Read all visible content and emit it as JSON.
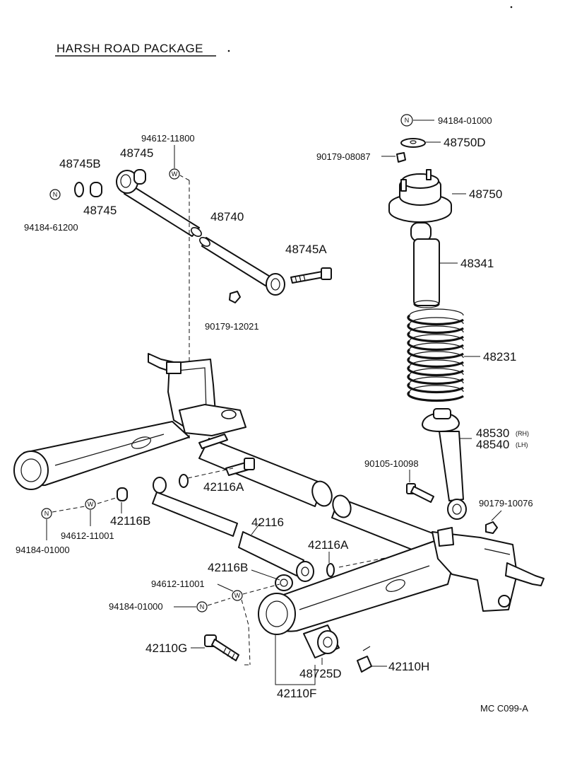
{
  "title": "HARSH ROAD PACKAGE",
  "footer_code": "MC C099-A",
  "labels": {
    "l_94184_01000_top": "94184-01000",
    "l_48750D": "48750D",
    "l_90179_08087": "90179-08087",
    "l_48750": "48750",
    "l_94612_11800": "94612-11800",
    "l_48745_top": "48745",
    "l_48745B": "48745B",
    "l_48745_mid": "48745",
    "l_94184_61200": "94184-61200",
    "l_48740": "48740",
    "l_48745A": "48745A",
    "l_48341": "48341",
    "l_90179_12021": "90179-12021",
    "l_48231": "48231",
    "l_48530": "48530",
    "l_48530_rh": "(RH)",
    "l_48540": "48540",
    "l_48540_lh": "(LH)",
    "l_90105_10098": "90105-10098",
    "l_42116A_upper": "42116A",
    "l_90179_10076": "90179-10076",
    "l_42116B_left": "42116B",
    "l_94612_11001_left": "94612-11001",
    "l_94184_01000_left": "94184-01000",
    "l_42116": "42116",
    "l_42116A_lower": "42116A",
    "l_42116B_mid": "42116B",
    "l_94612_11001_mid": "94612-11001",
    "l_94184_01000_mid": "94184-01000",
    "l_42110G": "42110G",
    "l_48725D": "48725D",
    "l_42110H": "42110H",
    "l_42110F": "42110F"
  },
  "symbols": {
    "nut": "N",
    "washer": "W"
  }
}
